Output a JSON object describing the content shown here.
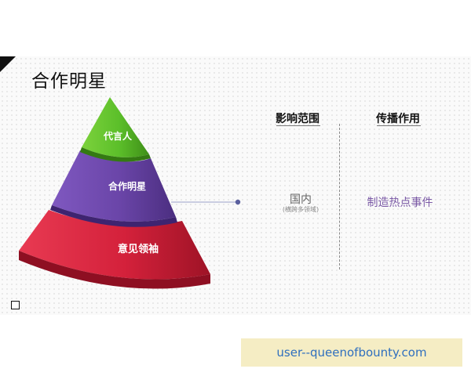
{
  "slide": {
    "title": "合作明星"
  },
  "pyramid": {
    "tiers": [
      {
        "label": "代言人",
        "color": "#5cbf2a"
      },
      {
        "label": "合作明星",
        "color": "#6a45a8"
      },
      {
        "label": "意见领袖",
        "color": "#d4213b"
      }
    ]
  },
  "table": {
    "headers": {
      "scope": "影响范围",
      "role": "传播作用"
    },
    "row": {
      "scope_main": "国内",
      "scope_sub": "(横跨多领域)",
      "role": "制造热点事件"
    }
  },
  "watermark": {
    "text": "user--queenofbounty.com"
  },
  "colors": {
    "role_text": "#7b5aa6",
    "watermark_bg": "#f5edc4",
    "watermark_text": "#2f6fbe"
  }
}
